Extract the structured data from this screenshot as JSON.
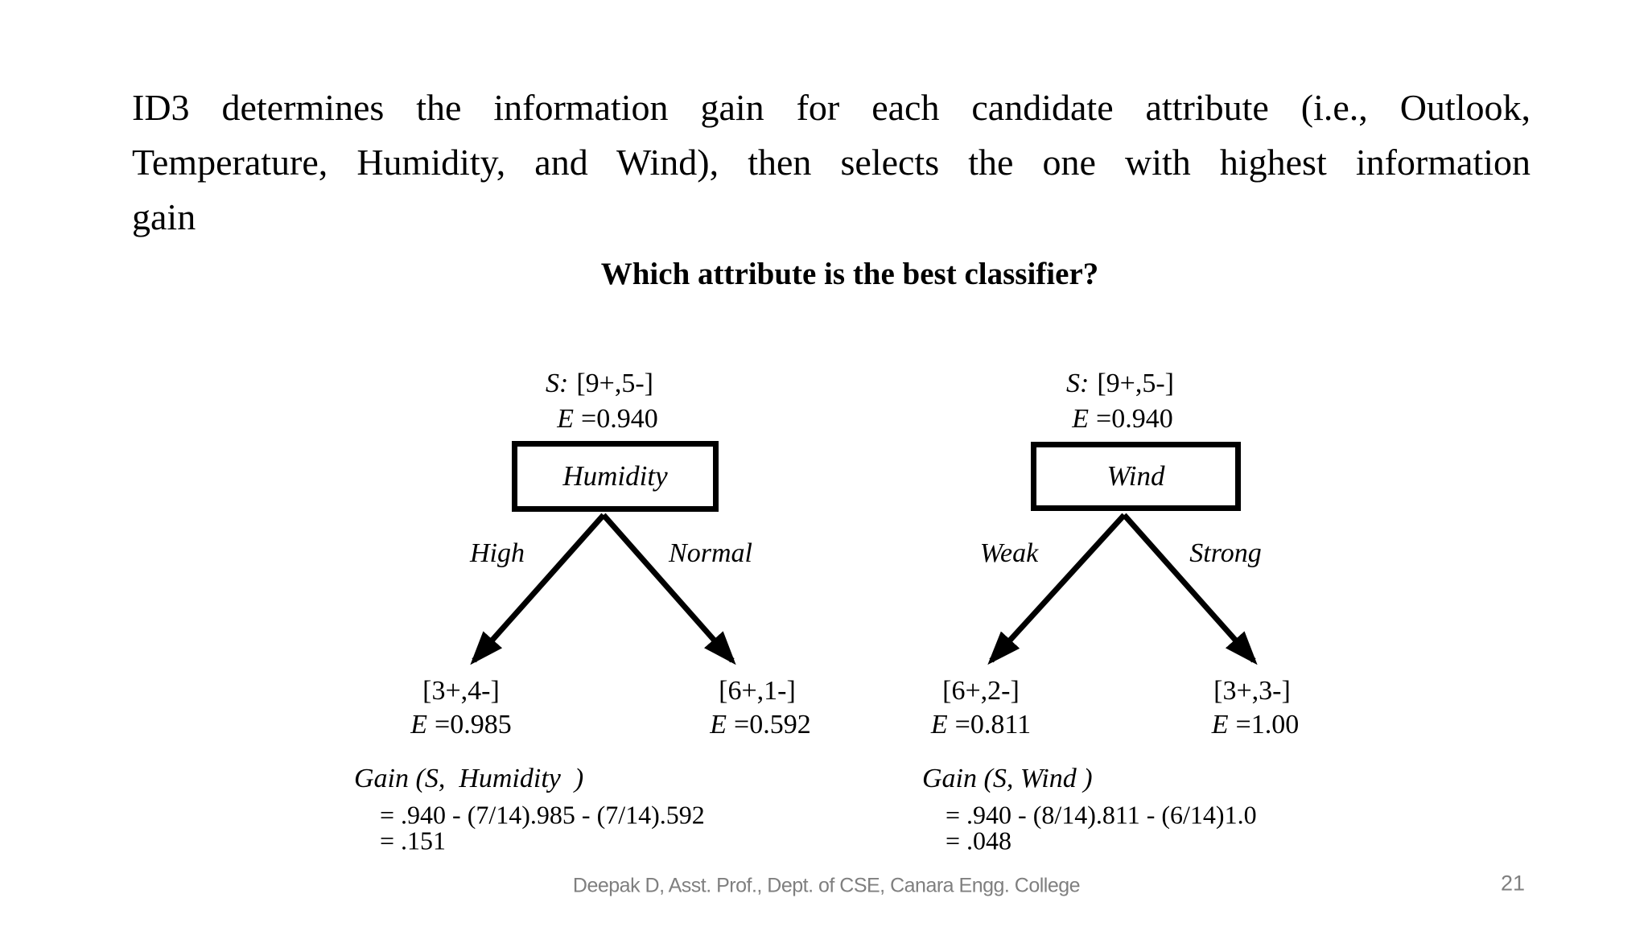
{
  "slide": {
    "background": "#ffffff",
    "text_color": "#000000",
    "paragraph_lines": [
      "ID3 determines the information gain for each candidate attribute (i.e., Outlook,",
      "Temperature, Humidity, and Wind), then selects the one with highest information",
      "gain"
    ],
    "title": "Which attribute is the best classifier?",
    "footer": {
      "text": "Deepak D, Asst. Prof., Dept. of CSE, Canara Engg. College",
      "page_number": "21",
      "color": "#7f7f7f"
    }
  },
  "trees": [
    {
      "name": "Humidity",
      "root": {
        "s": "S:",
        "set": "[9+,5-]",
        "e": "E",
        "entropy": "=0.940"
      },
      "attribute": "Humidity",
      "branches": [
        {
          "label": "High",
          "set": "[3+,4-]",
          "e": "E",
          "entropy": "=0.985"
        },
        {
          "label": "Normal",
          "set": "[6+,1-]",
          "e": "E",
          "entropy": "=0.592"
        }
      ],
      "gain": {
        "label": "Gain (S,  Humidity  )",
        "formula": "= .940 - (7/14).985 - (7/14).592",
        "result": "= .151"
      }
    },
    {
      "name": "Wind",
      "root": {
        "s": "S:",
        "set": "[9+,5-]",
        "e": "E",
        "entropy": "=0.940"
      },
      "attribute": "Wind",
      "branches": [
        {
          "label": "Weak",
          "set": "[6+,2-]",
          "e": "E",
          "entropy": "=0.811"
        },
        {
          "label": "Strong",
          "set": "[3+,3-]",
          "e": "E",
          "entropy": "=1.00"
        }
      ],
      "gain": {
        "label": "Gain (S, Wind )",
        "formula": "= .940 - (8/14).811 - (6/14)1.0",
        "result": "= .048"
      }
    }
  ]
}
